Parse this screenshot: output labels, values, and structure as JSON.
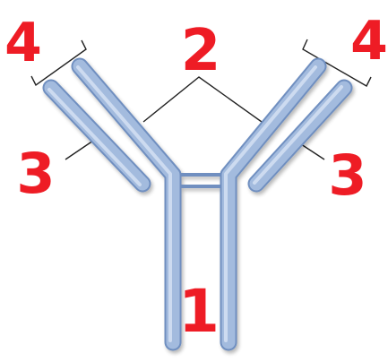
{
  "colors": {
    "rod_fill": "#a3bbde",
    "rod_edge": "#6f8fc0",
    "rod_highlight": "#dbe6f6",
    "label": "#ee1c25",
    "leader_line": "#222222",
    "background": "#ffffff"
  },
  "labels": {
    "one": "1",
    "two": "2",
    "three_left": "3",
    "three_right": "3",
    "four_left": "4",
    "four_right": "4"
  }
}
